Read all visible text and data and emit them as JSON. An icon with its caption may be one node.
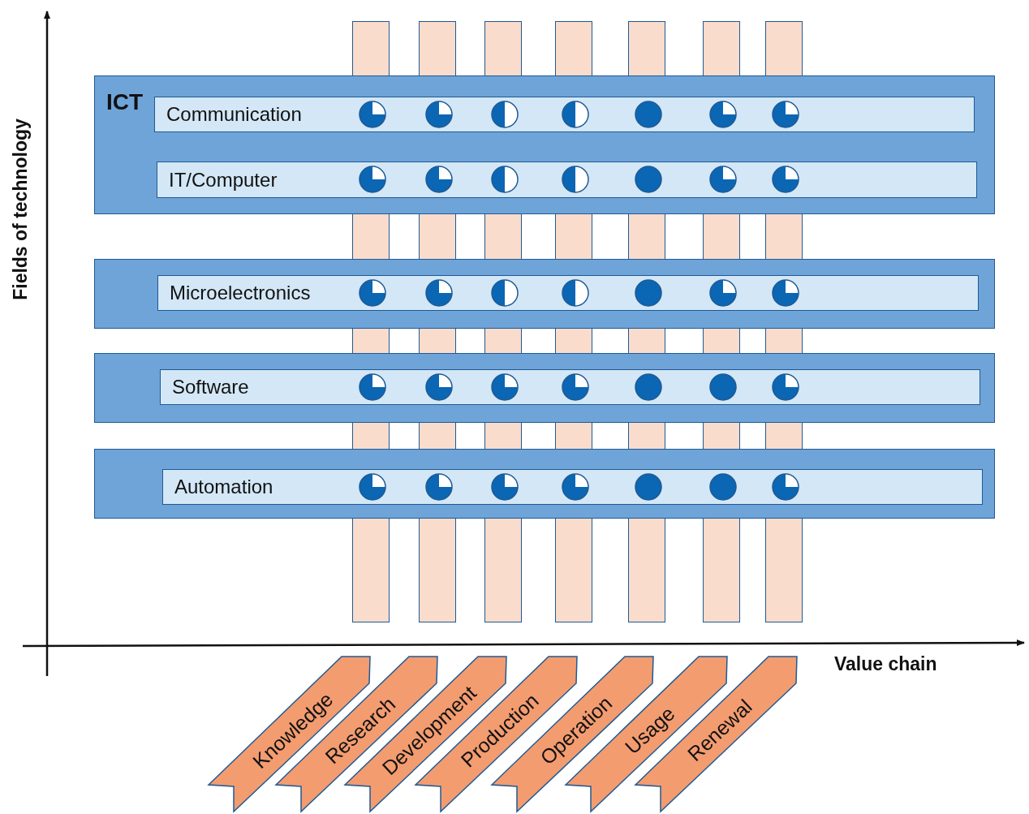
{
  "diagram": {
    "nodes": [
      {
        "text": [],
        "shape": "bar"
      },
      {
        "text": [],
        "shape": "bar"
      },
      {
        "text": [],
        "shape": "bar"
      },
      {
        "text": [],
        "shape": "bar"
      },
      {
        "text": [],
        "shape": "bar"
      },
      {
        "text": [],
        "shape": "bar"
      },
      {
        "text": [],
        "shape": "bar"
      },
      {
        "text": [
          "ICT"
        ]
      },
      {
        "text": [
          "Communication"
        ],
        "in": 7
      },
      {
        "text": [
          "IT/Computer"
        ],
        "in": 7
      },
      {
        "text": [],
        "shape": "bar"
      },
      {
        "text": [
          "Microelectronics"
        ],
        "in": 10
      },
      {
        "text": [],
        "shape": "bar"
      },
      {
        "text": [
          "Software"
        ],
        "in": 12
      },
      {
        "text": [],
        "shape": "bar"
      },
      {
        "text": [
          "Automation"
        ],
        "in": 14
      },
      {
        "text": [
          "Knowledge"
        ]
      },
      {
        "text": [
          "Research"
        ]
      },
      {
        "text": [
          "Development"
        ]
      },
      {
        "text": [
          "Production"
        ]
      },
      {
        "text": [
          "Operation"
        ]
      },
      {
        "text": [
          "Usage"
        ]
      },
      {
        "text": [
          "Renewal"
        ]
      }
    ],
    "labels": [
      "Fields of technology",
      "Value chain"
    ]
  }
}
